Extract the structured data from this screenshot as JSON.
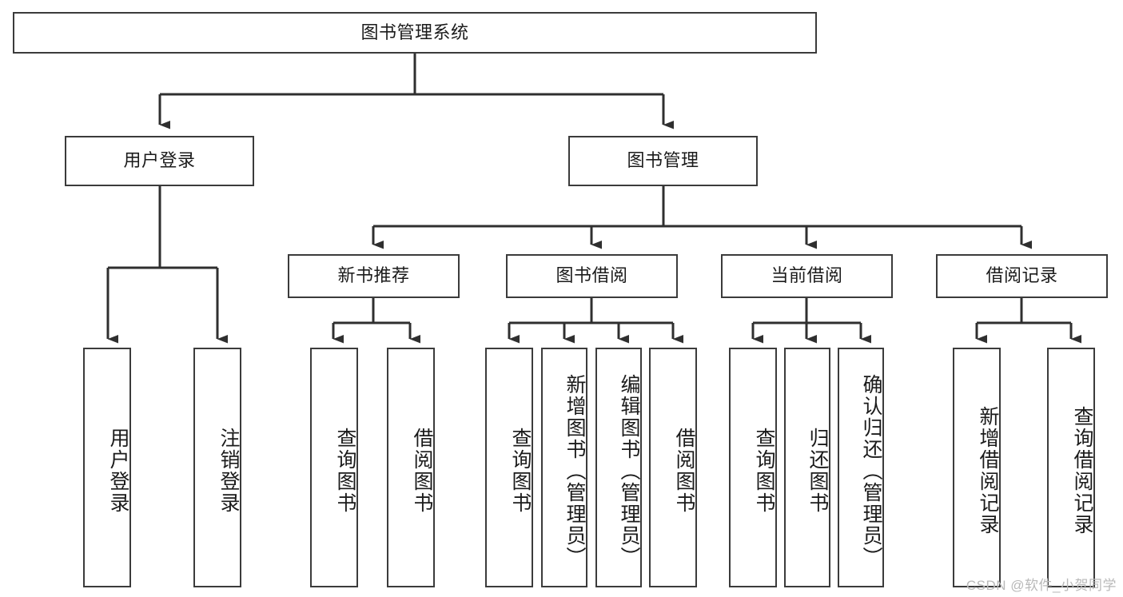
{
  "diagram": {
    "title": "图书管理系统",
    "type": "tree",
    "root": {
      "label": "图书管理系统"
    },
    "level1": [
      {
        "label": "用户登录"
      },
      {
        "label": "图书管理"
      }
    ],
    "level2": [
      {
        "label": "新书推荐"
      },
      {
        "label": "图书借阅"
      },
      {
        "label": "当前借阅"
      },
      {
        "label": "借阅记录"
      }
    ],
    "leaves": {
      "user_login": [
        {
          "label": "用户登录"
        },
        {
          "label": "注销登录"
        }
      ],
      "new_book_recommend": [
        {
          "label": "查询图书"
        },
        {
          "label": "借阅图书"
        }
      ],
      "book_borrow": [
        {
          "label": "查询图书"
        },
        {
          "label": "新增图书（管理员）"
        },
        {
          "label": "编辑图书（管理员）"
        },
        {
          "label": "借阅图书"
        }
      ],
      "current_borrow": [
        {
          "label": "查询图书"
        },
        {
          "label": "归还图书"
        },
        {
          "label": "确认归还（管理员）"
        }
      ],
      "borrow_record": [
        {
          "label": "新增借阅记录"
        },
        {
          "label": "查询借阅记录"
        }
      ]
    }
  },
  "watermark": {
    "text": "CSDN @软件_小贺同学"
  },
  "colors": {
    "border": "#3b3b3b",
    "background": "#ffffff",
    "text": "#1b1b1b",
    "watermark": "#b9b9b9"
  }
}
